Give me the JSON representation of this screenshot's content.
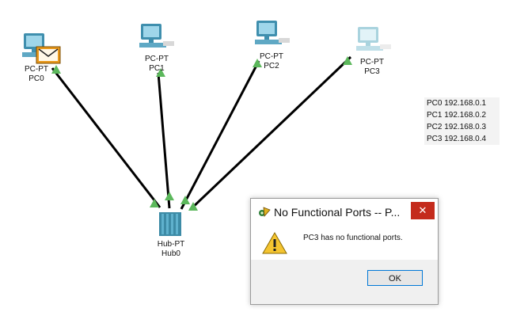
{
  "devices": [
    {
      "id": "pc0",
      "type_label": "PC-PT",
      "name": "PC0"
    },
    {
      "id": "pc1",
      "type_label": "PC-PT",
      "name": "PC1"
    },
    {
      "id": "pc2",
      "type_label": "PC-PT",
      "name": "PC2"
    },
    {
      "id": "pc3",
      "type_label": "PC-PT",
      "name": "PC3"
    },
    {
      "id": "hub0",
      "type_label": "Hub-PT",
      "name": "Hub0"
    }
  ],
  "ip_note": {
    "lines": [
      "PC0 192.168.0.1",
      "PC1 192.168.0.2",
      "PC2 192.168.0.3",
      "PC3 192.168.0.4"
    ]
  },
  "dialog": {
    "title": "No Functional Ports -- P...",
    "message": "PC3 has no functional ports.",
    "ok_label": "OK",
    "close_glyph": "✕"
  },
  "colors": {
    "link": "#000000",
    "link_status": "#5cb85c",
    "pc_active": "#3f8fae",
    "pc_inactive": "#a9d3de",
    "hub": "#3d8ba6",
    "close_button": "#c42b1c"
  }
}
